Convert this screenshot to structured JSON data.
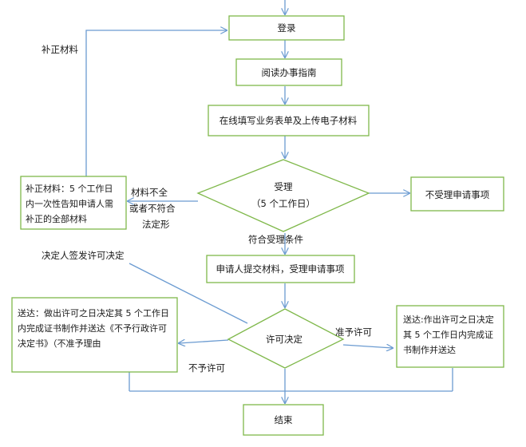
{
  "nodes": {
    "login": "登录",
    "read_guide": "阅读办事指南",
    "fill_form": "在线填写业务表单及上传电子材料",
    "accept": [
      "受理",
      "（5 个工作日）"
    ],
    "reject": "不受理申请事项",
    "supplement": [
      "补正材料：5 个工作日",
      "内一次性告知申请人需",
      "补正的全部材料"
    ],
    "submit": "申请人提交材料，受理申请事项",
    "decision": "许可决定",
    "deliver_deny": [
      "送达：做出许可之日决定其 5 个工作日",
      "内完成证书制作并送达《不予行政许可",
      "决定书》（不准予理由"
    ],
    "deliver_grant": [
      "送达:作出许可之日决定",
      "其 5 个工作日内完成证",
      "书制作并送达"
    ],
    "end": "结束"
  },
  "labels": {
    "supplement_materials": "补正材料",
    "incomplete": [
      "材料不全",
      "或者不符合",
      "法定形"
    ],
    "meets_conditions": "符合受理条件",
    "signer": "决定人签发许可决定",
    "grant": "准予许可",
    "deny": "不予许可"
  },
  "colors": {
    "box_border": "#7fb84a",
    "arrow": "#6b9bd1"
  }
}
